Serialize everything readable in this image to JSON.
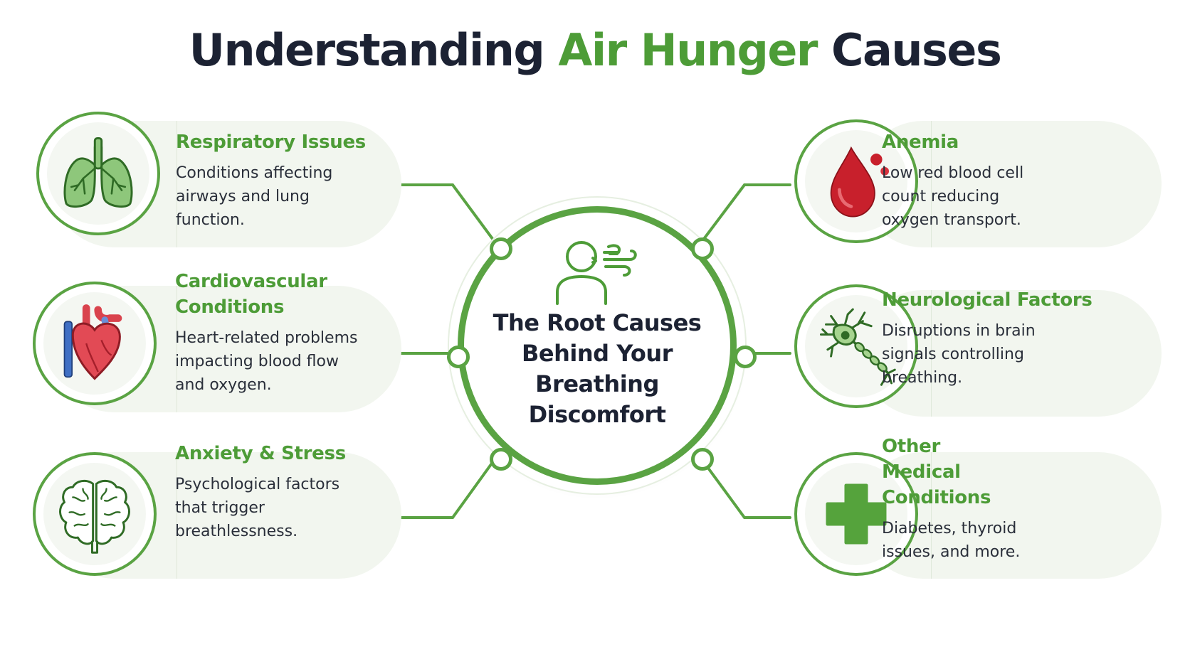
{
  "title": {
    "part1": "Understanding",
    "highlight": "Air Hunger",
    "part2": "Causes"
  },
  "hub": {
    "text": "The Root Causes Behind Your Breathing Discomfort",
    "icon": "person-breathing-icon"
  },
  "causes": {
    "respiratory": {
      "title": "Respiratory Issues",
      "description": "Conditions affecting airways and lung function.",
      "icon": "lungs-icon"
    },
    "cardiovascular": {
      "title": "Cardiovascular Conditions",
      "description": "Heart-related problems impacting blood flow and oxygen.",
      "icon": "heart-icon"
    },
    "anxiety": {
      "title": "Anxiety & Stress",
      "description": "Psychological factors that trigger breathlessness.",
      "icon": "brain-icon"
    },
    "anemia": {
      "title": "Anemia",
      "description": "Low red blood cell count reducing oxygen transport.",
      "icon": "blood-drop-icon"
    },
    "neurological": {
      "title": "Neurological Factors",
      "description": "Disruptions in brain signals controlling breathing.",
      "icon": "neuron-icon"
    },
    "other": {
      "title": "Other Medical Conditions",
      "description": "Diabetes, thyroid issues, and more.",
      "icon": "medical-cross-icon"
    }
  },
  "colors": {
    "accent": "#5aa343",
    "heading_green": "#4d9c37",
    "dark_text": "#1c2233",
    "card_bg": "#f2f6ef",
    "blood_red": "#c8202c"
  }
}
